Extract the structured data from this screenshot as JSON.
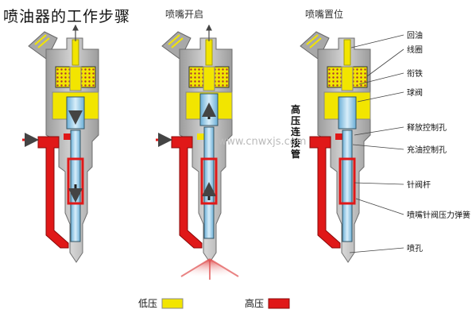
{
  "title": "喷油器的工作步骤",
  "stages": [
    "喷嘴开启",
    "喷嘴置位"
  ],
  "side_label": "高压连接管",
  "watermark": "www.cnwxjs.com",
  "part_labels": [
    "回油",
    "线圈",
    "衔铁",
    "球阀",
    "释放控制孔",
    "充油控制孔",
    "针阀杆",
    "喷嘴针阀压力弹簧",
    "喷孔"
  ],
  "legend": [
    {
      "label": "低压",
      "color": "#f2e500"
    },
    {
      "label": "高压",
      "color": "#e01818"
    }
  ],
  "colors": {
    "body": "#b8b8b8",
    "body_edge": "#7a7a7a",
    "low_pressure": "#f2e500",
    "high_pressure": "#e01818",
    "valve": "#8fc8e8",
    "spray": "#f08080"
  }
}
